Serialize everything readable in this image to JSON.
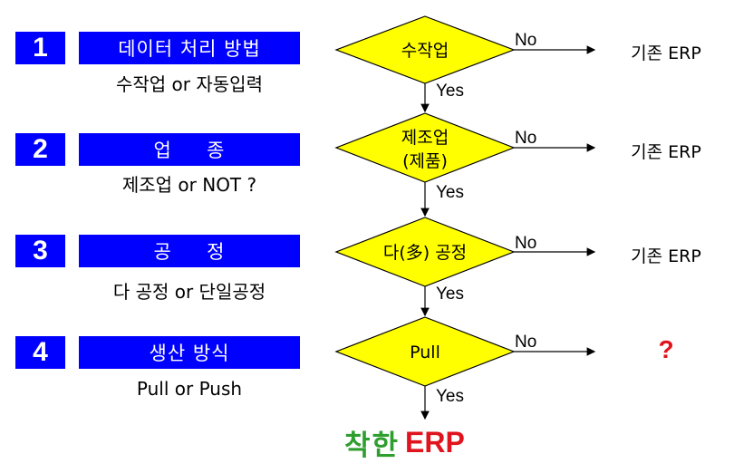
{
  "steps": [
    {
      "number": "1",
      "title": "데이터 처리 방법",
      "sub": "수작업 or 자동입력"
    },
    {
      "number": "2",
      "title": "업     종",
      "sub": "제조업 or NOT ?"
    },
    {
      "number": "3",
      "title": "공     정",
      "sub": "다 공정 or 단일공정"
    },
    {
      "number": "4",
      "title": "생산 방식",
      "sub": "Pull or Push"
    }
  ],
  "decisions": [
    {
      "lines": [
        "수작업"
      ]
    },
    {
      "lines": [
        "제조업",
        "(제품)"
      ]
    },
    {
      "lines": [
        "다(多) 공정"
      ]
    },
    {
      "lines": [
        "Pull"
      ]
    }
  ],
  "edge_labels": {
    "no": "No",
    "yes": "Yes"
  },
  "results": [
    "기존 ERP",
    "기존 ERP",
    "기존 ERP",
    "?"
  ],
  "final": {
    "korean": "착한",
    "english": "ERP"
  },
  "colors": {
    "box": "#0000ff",
    "diamond": "#ffff00",
    "question": "#e0141e",
    "brand_green": "#2e9e2e",
    "brand_red": "#e0141e"
  }
}
